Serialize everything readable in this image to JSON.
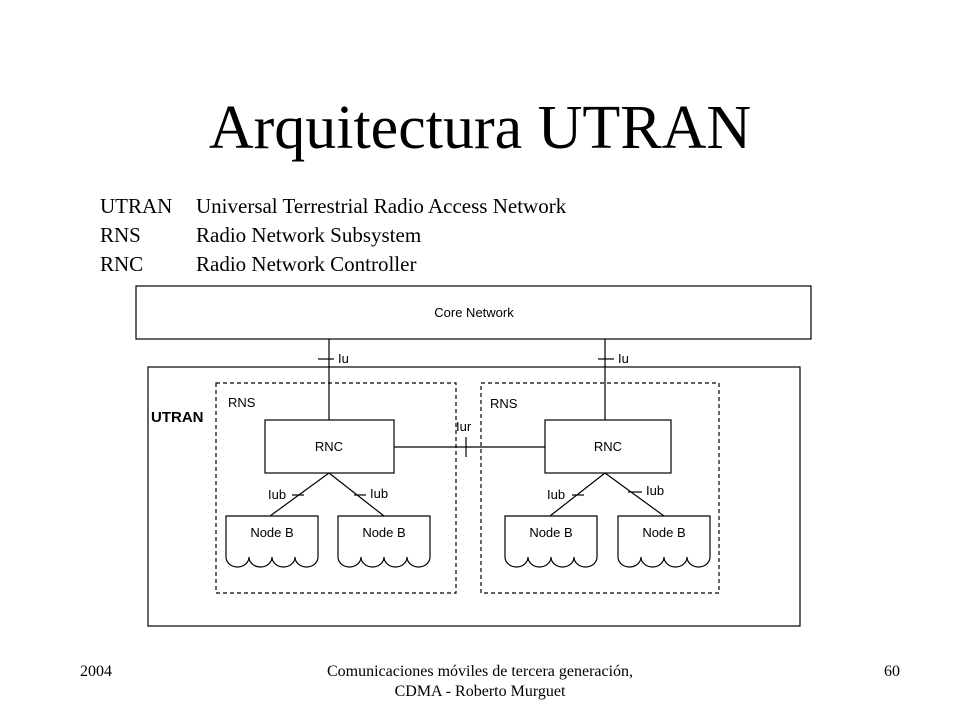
{
  "slide": {
    "title": "Arquitectura UTRAN",
    "definitions": [
      {
        "abbr": "UTRAN",
        "full": "Universal Terrestrial Radio Access Network"
      },
      {
        "abbr": "RNS",
        "full": "Radio Network Subsystem"
      },
      {
        "abbr": "RNC",
        "full": "Radio Network Controller"
      }
    ]
  },
  "diagram": {
    "core_network": "Core Network",
    "utran": "UTRAN",
    "rns": "RNS",
    "rnc": "RNC",
    "node_b": "Node B",
    "iu": "Iu",
    "iur": "Iur",
    "iub": "Iub"
  },
  "footer": {
    "year": "2004",
    "course": "Comunicaciones móviles de tercera generación, CDMA - Roberto Murguet",
    "page": "60"
  }
}
